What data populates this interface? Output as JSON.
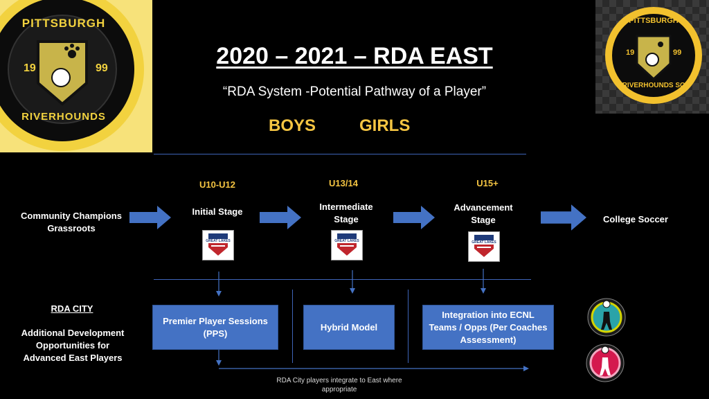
{
  "header": {
    "title": "2020 – 2021 – RDA EAST",
    "subtitle": "“RDA System -Potential Pathway of a Player”",
    "boys_label": "BOYS",
    "girls_label": "GIRLS"
  },
  "logos": {
    "left": {
      "line1": "PITTSBURGH",
      "line2": "RIVERHOUNDS",
      "year_left": "19",
      "year_right": "99"
    },
    "right": {
      "line1": "PITTSBURGH",
      "line2": "RIVERHOUNDS SC",
      "year_left": "19",
      "year_right": "99"
    }
  },
  "pathway": {
    "start": "Community Champions\nGrassroots",
    "end": "College Soccer",
    "stages": [
      {
        "age": "U10-U12",
        "name": "Initial Stage",
        "badge": "GREAT LAKES"
      },
      {
        "age": "U13/14",
        "name": "Intermediate\nStage",
        "badge": "GREAT LAKES"
      },
      {
        "age": "U15+",
        "name": "Advancement\nStage",
        "badge": "GREAT LAKES"
      }
    ]
  },
  "rda_city": {
    "heading": "RDA CITY",
    "description": "Additional Development\nOpportunities for\nAdvanced East Players",
    "boxes": [
      "Premier Player Sessions\n(PPS)",
      "Hybrid Model",
      "Integration into ECNL\nTeams / Opps (Per Coaches\nAssessment)"
    ],
    "note": "RDA City players integrate to East where\nappropriate"
  },
  "colors": {
    "accent": "#4472c4",
    "gold": "#f5c542",
    "background": "#000000"
  }
}
